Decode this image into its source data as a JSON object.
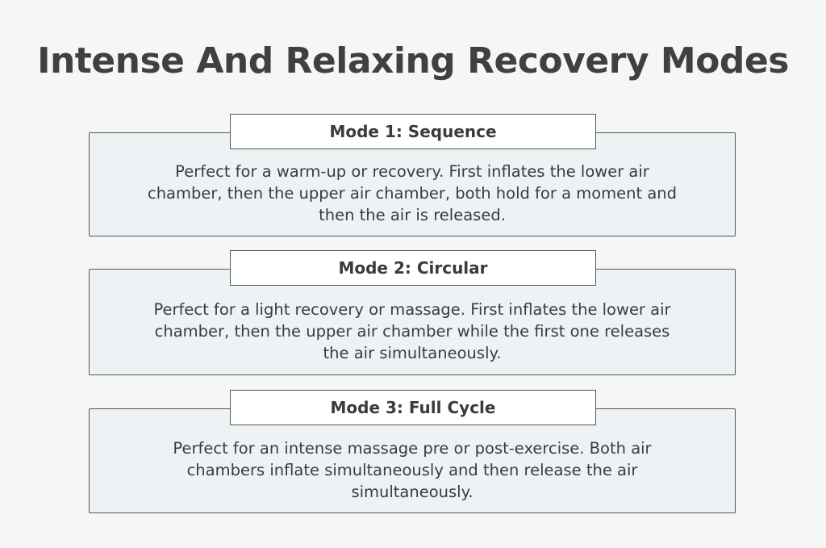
{
  "title": "Intense And Relaxing Recovery Modes",
  "modes": [
    {
      "heading": "Mode 1: Sequence",
      "description": "Perfect for a warm-up or recovery. First inflates the lower air chamber, then the upper air chamber, both hold for a moment and then the air is released."
    },
    {
      "heading": "Mode 2: Circular",
      "description": "Perfect for a light recovery or massage. First inflates the lower air chamber, then the upper air chamber while the first one releases the air simultaneously."
    },
    {
      "heading": "Mode 3: Full Cycle",
      "description": "Perfect for an intense massage pre or post-exercise. Both air chambers inflate simultaneously and then release the air simultaneously."
    }
  ]
}
